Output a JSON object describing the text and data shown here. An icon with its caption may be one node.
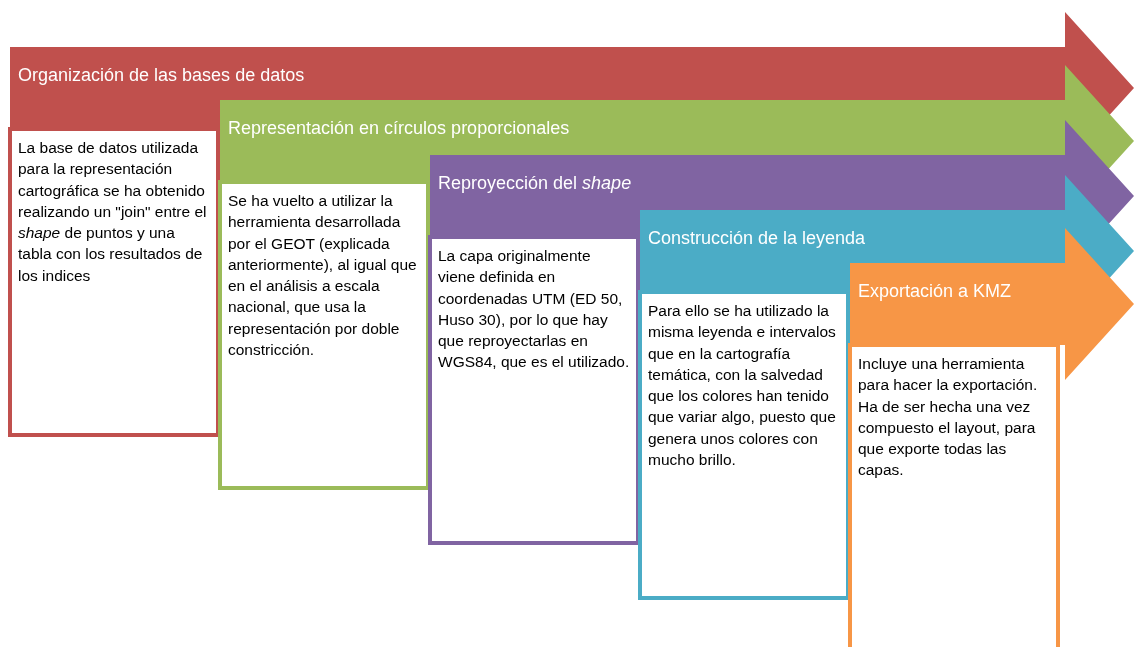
{
  "diagram": {
    "nodes": [
      {
        "text": [
          "Organización de las bases de datos"
        ]
      },
      {
        "text": [
          "La base de datos utilizada para la representación cartográfica se ha obtenido realizando un \"join\" entre el *shape* de puntos y una tabla con los resultados de los indices"
        ]
      },
      {
        "text": [
          "Representación en círculos proporcionales"
        ]
      },
      {
        "text": [
          "Se ha vuelto a utilizar la herramienta desarrollada por el GEOT (explicada anteriormente), al igual que en el análisis a escala nacional, que usa la representación por doble constricción."
        ]
      },
      {
        "text": [
          "Reproyección del *shape*"
        ]
      },
      {
        "text": [
          "La capa originalmente viene definida en coordenadas UTM (ED 50, Huso 30), por lo que hay que reproyectarlas en WGS84, que es el utilizado."
        ]
      },
      {
        "text": [
          "Construcción de la leyenda"
        ]
      },
      {
        "text": [
          "Para ello se ha utilizado la misma leyenda e intervalos que en la cartografía temática, con la salvedad que los colores han tenido que variar algo, puesto que genera unos colores con mucho brillo."
        ]
      },
      {
        "text": [
          "Exportación a KMZ"
        ]
      },
      {
        "text": [
          "Incluye una herramienta para hacer la exportación. Ha de ser hecha una vez compuesto el layout, para que exporte todas las capas."
        ]
      }
    ]
  }
}
